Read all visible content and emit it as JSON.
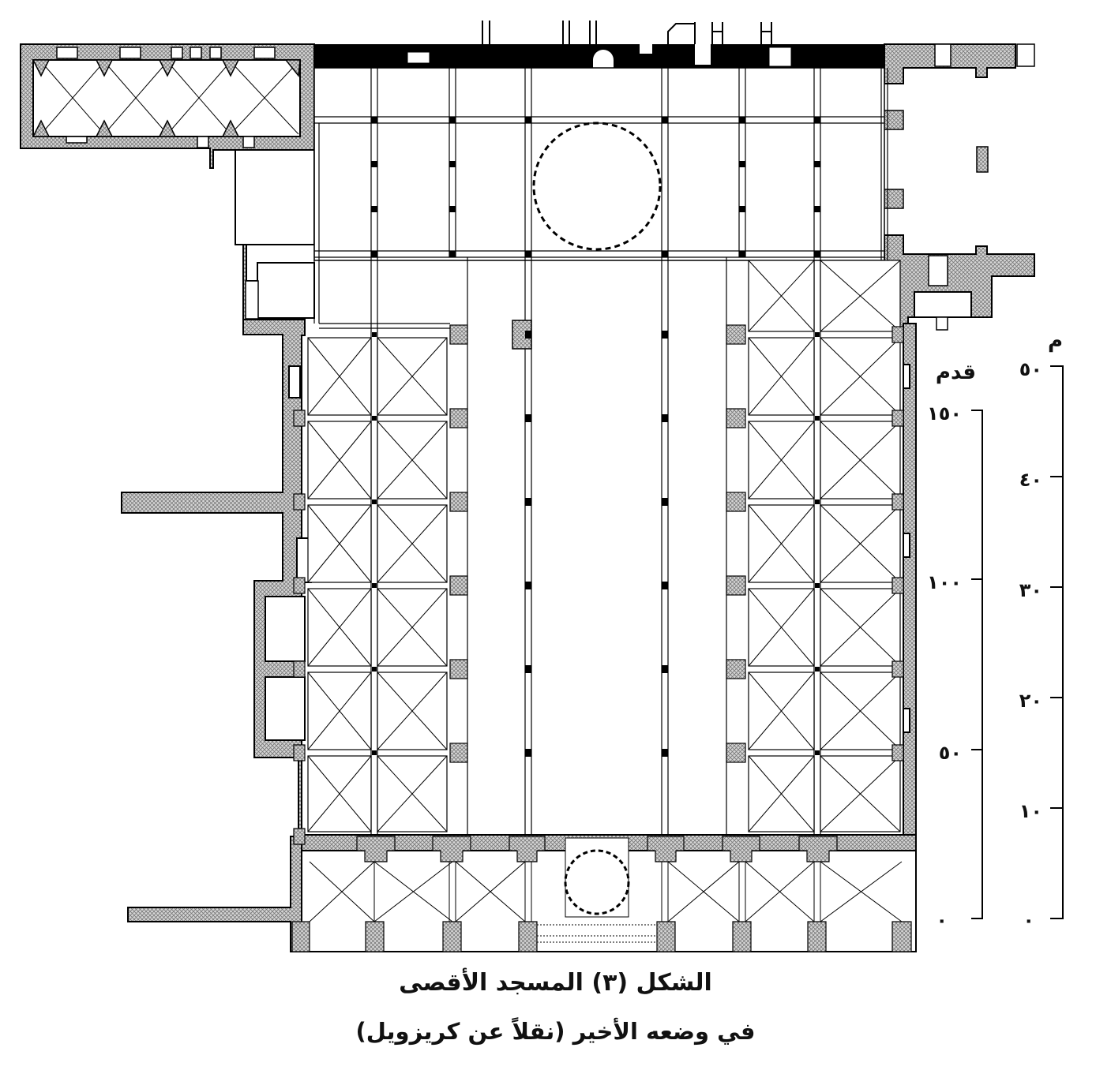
{
  "figure": {
    "caption_line1": "الشكل (٣) المسجد الأقصى",
    "caption_line2": "في وضعه الأخير (نقلاً عن كريزويل)"
  },
  "scale_feet": {
    "unit": "قدم",
    "ticks": [
      {
        "label": "١٥٠",
        "value": 150
      },
      {
        "label": "١٠٠",
        "value": 100
      },
      {
        "label": "٥٠",
        "value": 50
      },
      {
        "label": "٠",
        "value": 0
      }
    ]
  },
  "scale_meters": {
    "unit": "م",
    "ticks": [
      {
        "label": "٥٠",
        "value": 50
      },
      {
        "label": "٤٠",
        "value": 40
      },
      {
        "label": "٣٠",
        "value": 30
      },
      {
        "label": "٢٠",
        "value": 20
      },
      {
        "label": "١٠",
        "value": 10
      },
      {
        "label": "٠",
        "value": 0
      }
    ]
  },
  "legend": {
    "hatch_color": "#9a9a9a",
    "wall_black": "#000000"
  }
}
